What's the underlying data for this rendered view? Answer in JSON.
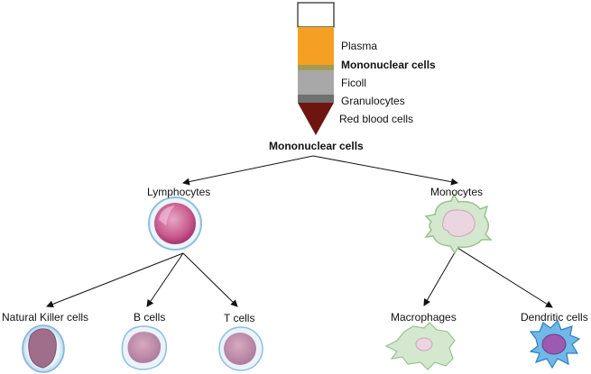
{
  "tube": {
    "layers": [
      {
        "label": "Plasma",
        "bold": false,
        "color": "#F5A023"
      },
      {
        "label": "Mononuclear cells",
        "bold": true,
        "color": "#A69A55"
      },
      {
        "label": "Ficoll",
        "bold": false,
        "color": "#A8A8A8"
      },
      {
        "label": "Granulocytes",
        "bold": false,
        "color": "#707070"
      },
      {
        "label": "Red blood cells",
        "bold": false,
        "color": "#6E1512"
      }
    ]
  },
  "root": {
    "label": "Mononuclear cells"
  },
  "branches": {
    "lymphocytes": {
      "label": "Lymphocytes",
      "children": [
        {
          "label": "Natural Killer cells"
        },
        {
          "label": "B cells"
        },
        {
          "label": "T cells"
        }
      ]
    },
    "monocytes": {
      "label": "Monocytes",
      "children": [
        {
          "label": "Macrophages"
        },
        {
          "label": "Dendritic cells"
        }
      ]
    }
  }
}
